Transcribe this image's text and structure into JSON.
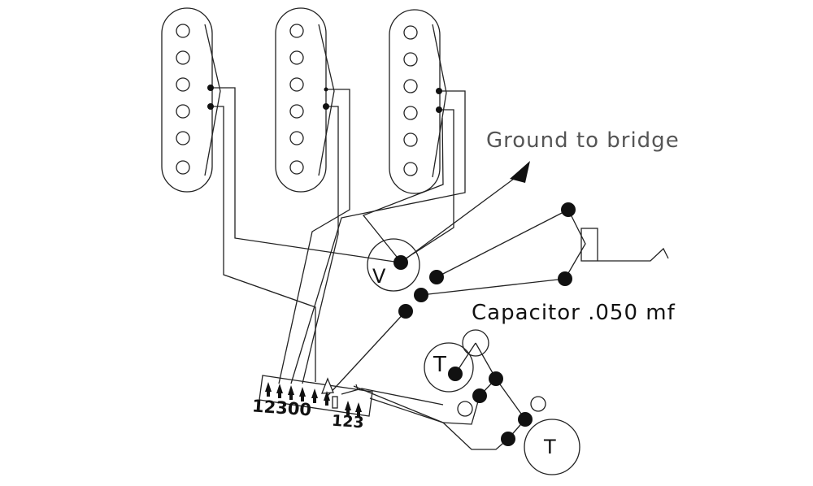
{
  "labels": {
    "ground": "Ground to bridge",
    "capacitor": "Capacitor .050 mf",
    "volume_pot": "V",
    "tone_pot_1": "T",
    "tone_pot_2": "T",
    "switch_numbers_left": "12300",
    "switch_numbers_right": "123"
  },
  "colors": {
    "line": "#222222",
    "background": "#ffffff"
  },
  "components": {
    "pickups": [
      "neck-pickup",
      "middle-pickup",
      "bridge-pickup"
    ],
    "pole_pieces_per_pickup": 6
  }
}
